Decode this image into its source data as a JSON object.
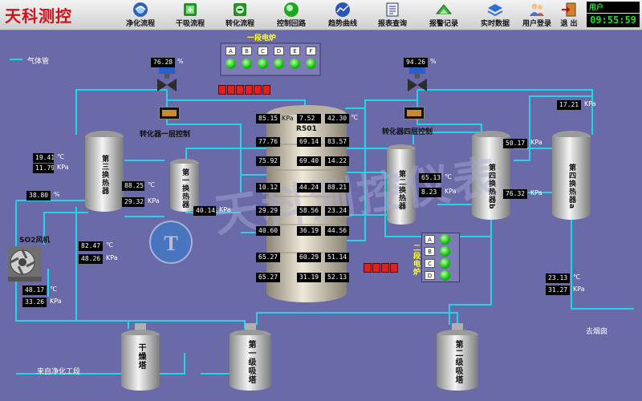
{
  "header": {
    "logo": "天科测控",
    "nav": [
      {
        "label": "净化流程",
        "icon": "purify-icon"
      },
      {
        "label": "干吸流程",
        "icon": "dry-absorb-icon"
      },
      {
        "label": "转化流程",
        "icon": "conversion-icon"
      },
      {
        "label": "控制回路",
        "icon": "control-loop-icon"
      },
      {
        "label": "趋势曲线",
        "icon": "trend-icon"
      },
      {
        "label": "报表查询",
        "icon": "report-icon"
      },
      {
        "label": "报警记录",
        "icon": "alarm-icon"
      },
      {
        "label": "实时数据",
        "icon": "realtime-icon"
      },
      {
        "label": "用户登录",
        "icon": "user-login-icon"
      },
      {
        "label": "退 出",
        "icon": "exit-icon"
      }
    ],
    "user_label": "用户",
    "clock": "09:55:59"
  },
  "legend": {
    "label": "气体管",
    "color": "#1fd6e6"
  },
  "heater1": {
    "title": "一段电炉",
    "letters": [
      "A",
      "B",
      "C",
      "D",
      "E",
      "F"
    ]
  },
  "heater2": {
    "title": "二段电炉",
    "letters": [
      "A",
      "B",
      "C",
      "D"
    ]
  },
  "valves": {
    "left": {
      "value": "76.28",
      "unit": "%"
    },
    "right": {
      "value": "94.26",
      "unit": "%"
    }
  },
  "controllers": {
    "left": "转化器一层控制",
    "right": "转化器四层控制"
  },
  "reactor": {
    "name": "R501",
    "top": [
      {
        "value": "85.15",
        "unit": "KPa"
      },
      {
        "value": "7.52",
        "unit": ""
      },
      {
        "value": "42.30",
        "unit": "℃"
      }
    ],
    "rows": [
      [
        "77.76",
        "69.14",
        "83.57"
      ],
      [
        "75.92",
        "69.40",
        "14.22"
      ],
      [
        "10.12",
        "44.24",
        "88.21"
      ],
      [
        "29.29",
        "58.56",
        "23.24"
      ],
      [
        "40.60",
        "36.19",
        "44.56"
      ],
      [
        "65.27",
        "60.29",
        "51.14"
      ],
      [
        "65.27",
        "31.19",
        "52.13"
      ]
    ]
  },
  "exchangers": {
    "third": "第三换热器",
    "first": "第一换热器",
    "second": "第二换热器",
    "fourth_b": "第四换热器b",
    "fourth_a": "第四换热器a"
  },
  "towers": {
    "dry": "干燥塔",
    "absorb1": "第一级吸塔",
    "absorb2": "第二级吸塔"
  },
  "readings": {
    "r1": {
      "value": "19.41",
      "unit": "℃"
    },
    "r2": {
      "value": "11.79",
      "unit": "KPa"
    },
    "r3": {
      "value": "38.80",
      "unit": "%"
    },
    "r4": {
      "value": "88.25",
      "unit": "℃"
    },
    "r5": {
      "value": "29.32",
      "unit": "KPa"
    },
    "r6": {
      "value": "40.14",
      "unit": "KPa"
    },
    "r7": {
      "value": "82.47",
      "unit": "℃"
    },
    "r8": {
      "value": "48.26",
      "unit": "KPa"
    },
    "r9": {
      "value": "48.17",
      "unit": "℃"
    },
    "r10": {
      "value": "33.26",
      "unit": "KPa"
    },
    "r11": {
      "value": "65.13",
      "unit": "℃"
    },
    "r12": {
      "value": "8.23",
      "unit": "KPa"
    },
    "r13": {
      "value": "50.17",
      "unit": "KPa"
    },
    "r14": {
      "value": "76.32",
      "unit": "KPa"
    },
    "r15": {
      "value": "17.21",
      "unit": "KPa"
    },
    "r16": {
      "value": "23.13",
      "unit": "℃"
    },
    "r17": {
      "value": "31.27",
      "unit": "KPa"
    }
  },
  "fan": {
    "label": "SO2风机"
  },
  "labels": {
    "inlet": "来自净化工段",
    "outlet": "去烟囱"
  },
  "watermark": {
    "text": "天科测控仪表",
    "letter": "T"
  }
}
